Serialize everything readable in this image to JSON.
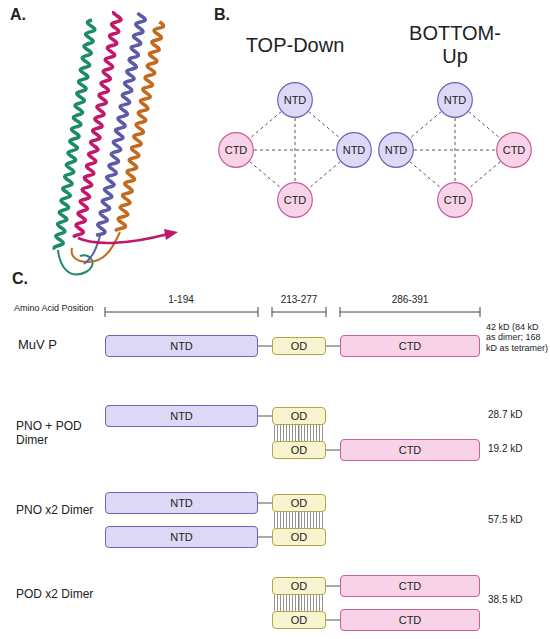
{
  "diagram": {
    "nodes": [
      {
        "text": [
          "NTD"
        ]
      },
      {
        "text": [
          "CTD"
        ]
      },
      {
        "text": [
          "NTD"
        ]
      },
      {
        "text": [
          "CTD"
        ]
      },
      {
        "text": [
          "NTD"
        ]
      },
      {
        "text": [
          "NTD"
        ]
      },
      {
        "text": [
          "CTD"
        ]
      },
      {
        "text": [
          "CTD"
        ]
      },
      {
        "text": [
          "NTD"
        ]
      },
      {
        "text": [
          "OD"
        ]
      },
      {
        "text": [
          "CTD"
        ]
      },
      {
        "text": [
          "NTD"
        ]
      },
      {
        "text": [
          "OD"
        ]
      },
      {
        "text": [
          "OD"
        ]
      },
      {
        "text": [
          "CTD"
        ]
      },
      {
        "text": [
          "NTD"
        ]
      },
      {
        "text": [
          "OD"
        ]
      },
      {
        "text": [
          "NTD"
        ]
      },
      {
        "text": [
          "OD"
        ]
      },
      {
        "text": [
          "OD"
        ]
      },
      {
        "text": [
          "CTD"
        ]
      },
      {
        "text": [
          "OD"
        ]
      },
      {
        "text": [
          "CTD"
        ]
      }
    ],
    "edges": [
      {
        "from": 0,
        "to": 1,
        "arrow": "none"
      },
      {
        "from": 0,
        "to": 2,
        "arrow": "none"
      },
      {
        "from": 0,
        "to": 3,
        "arrow": "none"
      },
      {
        "from": 1,
        "to": 2,
        "arrow": "none"
      },
      {
        "from": 1,
        "to": 3,
        "arrow": "none"
      },
      {
        "from": 2,
        "to": 3,
        "arrow": "none"
      },
      {
        "from": 4,
        "to": 5,
        "arrow": "none"
      },
      {
        "from": 4,
        "to": 6,
        "arrow": "none"
      },
      {
        "from": 4,
        "to": 7,
        "arrow": "none"
      },
      {
        "from": 5,
        "to": 6,
        "arrow": "none"
      },
      {
        "from": 5,
        "to": 7,
        "arrow": "none"
      },
      {
        "from": 6,
        "to": 7,
        "arrow": "none"
      },
      {
        "from": 8,
        "to": 9,
        "arrow": "none"
      },
      {
        "from": 9,
        "to": 10,
        "arrow": "none"
      },
      {
        "from": 11,
        "to": 12,
        "arrow": "none"
      },
      {
        "from": 12,
        "to": 13,
        "arrow": "none"
      },
      {
        "from": 13,
        "to": 14,
        "arrow": "none"
      },
      {
        "from": 15,
        "to": 16,
        "arrow": "none"
      },
      {
        "from": 17,
        "to": 18,
        "arrow": "none"
      },
      {
        "from": 16,
        "to": 18,
        "arrow": "none"
      },
      {
        "from": 19,
        "to": 20,
        "arrow": "none"
      },
      {
        "from": 21,
        "to": 22,
        "arrow": "none"
      },
      {
        "from": 19,
        "to": 21,
        "arrow": "none"
      }
    ],
    "labels": [
      "A.",
      "B.",
      "TOP-Down",
      "BOTTOM- Up",
      "C.",
      "Amino Acid Position",
      "1-194",
      "213-277",
      "286-391",
      "MuV P",
      "42 kD (84 kD as dimer; 168 kD as tetramer)",
      "PNO + POD Dimer",
      "28.7 kD",
      "19.2 kD",
      "PNO x2 Dimer",
      "57.5 kD",
      "POD x2 Dimer",
      "38.5 kD"
    ]
  }
}
